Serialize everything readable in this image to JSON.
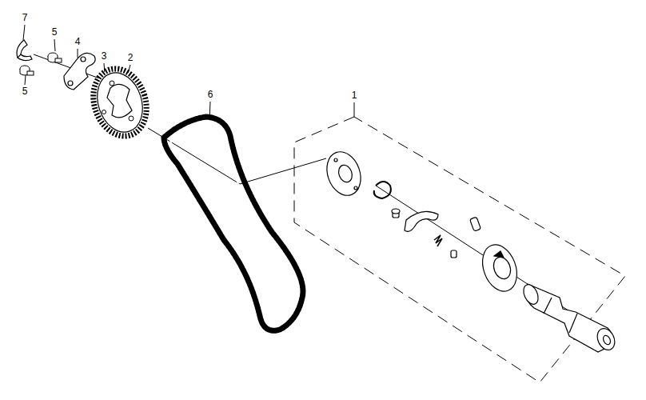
{
  "diagram": {
    "labels": [
      "7",
      "5",
      "4",
      "3",
      "2",
      "5",
      "6",
      "1"
    ]
  }
}
